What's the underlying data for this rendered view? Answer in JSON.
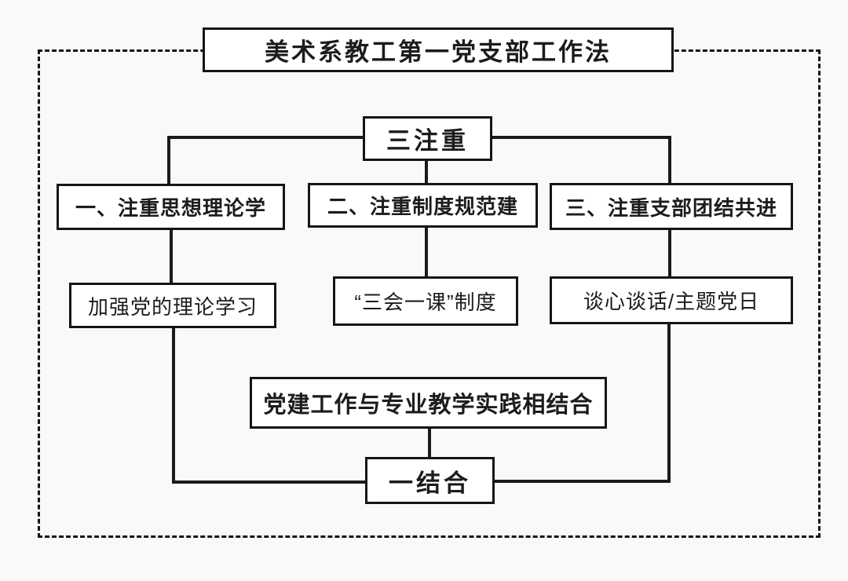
{
  "diagram": {
    "title": "美术系教工第一党支部工作法",
    "top_node": "三注重",
    "branches": [
      {
        "header": "一、注重思想理论学",
        "detail": "加强党的理论学习"
      },
      {
        "header": "二、注重制度规范建",
        "detail": "“三会一课”制度"
      },
      {
        "header": "三、注重支部团结共进",
        "detail": "谈心谈话/主题党日"
      }
    ],
    "combine_node": "党建工作与专业教学实践相结合",
    "bottom_node": "一结合",
    "colors": {
      "line": "#1a1a1a",
      "box_border": "#151515",
      "box_background": "#ffffff",
      "page_background": "#f9f9f8"
    }
  }
}
